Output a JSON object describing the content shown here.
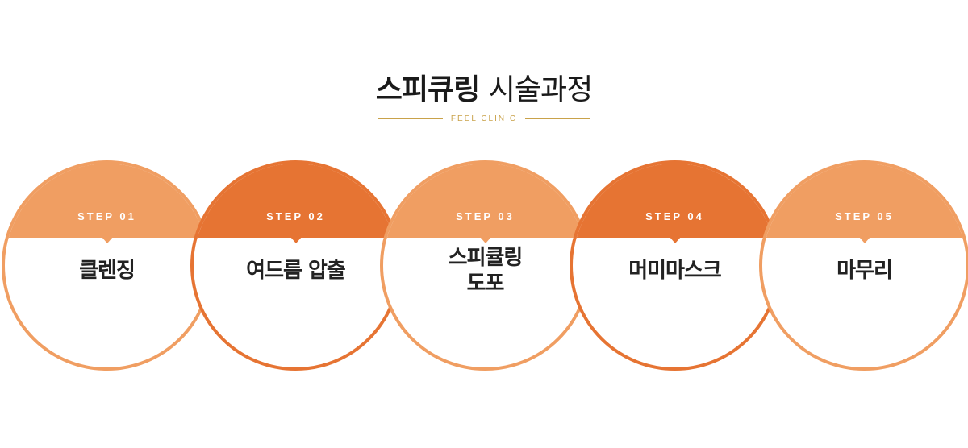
{
  "header": {
    "title_bold": "스피큐링",
    "title_light": "시술과정",
    "subtitle": "FEEL CLINIC"
  },
  "colors": {
    "light_orange": "#f09e62",
    "dark_orange": "#e67433",
    "gold": "#c9a24a"
  },
  "steps": [
    {
      "label": "STEP 01",
      "name": "클렌징",
      "tone": "light"
    },
    {
      "label": "STEP 02",
      "name": "여드름 압출",
      "tone": "dark"
    },
    {
      "label": "STEP 03",
      "name": "스피큘링\n도포",
      "tone": "light"
    },
    {
      "label": "STEP 04",
      "name": "머미마스크",
      "tone": "dark"
    },
    {
      "label": "STEP 05",
      "name": "마무리",
      "tone": "light"
    }
  ]
}
